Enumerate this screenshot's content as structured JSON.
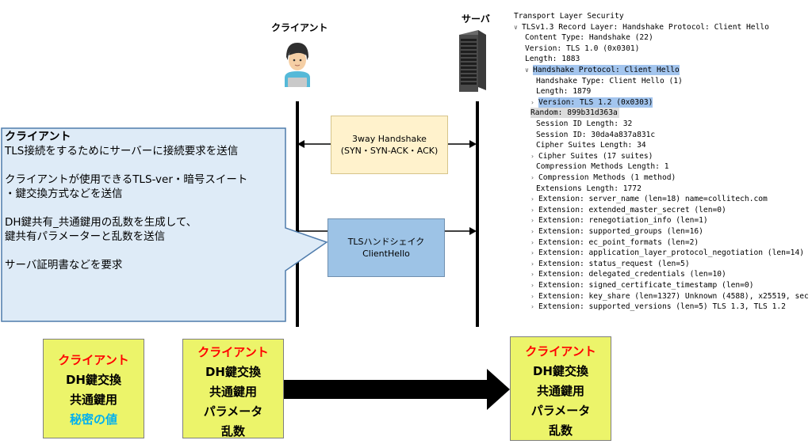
{
  "actors": {
    "client": "クライアント",
    "server": "サーバ"
  },
  "messages": {
    "handshake": {
      "line1": "3way Handshake",
      "line2": "(SYN・SYN-ACK・ACK)"
    },
    "client_hello": {
      "line1": "TLSハンドシェイク",
      "line2": "ClientHello"
    }
  },
  "callout": {
    "title": "クライアント",
    "lines": [
      "TLS接続をするためにサーバーに接続要求を送信",
      "",
      "クライアントが使用できるTLS-ver・暗号スイート",
      "・鍵交換方式などを送信",
      "",
      "DH鍵共有_共通鍵用の乱数を生成して、",
      "鍵共有パラメーターと乱数を送信",
      "",
      "サーバ証明書などを要求"
    ]
  },
  "keyboxes": [
    {
      "title": "クライアント",
      "lines": [
        "DH鍵交換",
        "共通鍵用"
      ],
      "highlight": "秘密の値"
    },
    {
      "title": "クライアント",
      "lines": [
        "DH鍵交換",
        "共通鍵用",
        "パラメータ",
        "乱数"
      ]
    },
    {
      "title": "クライアント",
      "lines": [
        "DH鍵交換",
        "共通鍵用",
        "パラメータ",
        "乱数"
      ]
    }
  ],
  "wireshark": {
    "lines": [
      {
        "text": "Transport Layer Security",
        "indent": 0,
        "toggle": "",
        "style": ""
      },
      {
        "text": "TLSv1.3 Record Layer: Handshake Protocol: Client Hello",
        "indent": 0,
        "toggle": "v",
        "style": ""
      },
      {
        "text": "Content Type: Handshake (22)",
        "indent": 2,
        "toggle": "",
        "style": ""
      },
      {
        "text": "Version: TLS 1.0 (0x0301)",
        "indent": 2,
        "toggle": "",
        "style": ""
      },
      {
        "text": "Length: 1883",
        "indent": 2,
        "toggle": "",
        "style": ""
      },
      {
        "text": "Handshake Protocol: Client Hello",
        "indent": 2,
        "toggle": "v",
        "style": "hl"
      },
      {
        "text": "Handshake Type: Client Hello (1)",
        "indent": 4,
        "toggle": "",
        "style": ""
      },
      {
        "text": "Length: 1879",
        "indent": 4,
        "toggle": "",
        "style": ""
      },
      {
        "text": "Version: TLS 1.2 (0x0303)",
        "indent": 3,
        "toggle": ">",
        "style": "hl"
      },
      {
        "text": "Random: 899b31d363a",
        "indent": 3,
        "toggle": "",
        "style": "gray"
      },
      {
        "text": "Session ID Length: 32",
        "indent": 4,
        "toggle": "",
        "style": ""
      },
      {
        "text": "Session ID: 30da4a837a831c",
        "indent": 4,
        "toggle": "",
        "style": ""
      },
      {
        "text": "Cipher Suites Length: 34",
        "indent": 4,
        "toggle": "",
        "style": ""
      },
      {
        "text": "Cipher Suites (17 suites)",
        "indent": 3,
        "toggle": ">",
        "style": ""
      },
      {
        "text": "Compression Methods Length: 1",
        "indent": 4,
        "toggle": "",
        "style": ""
      },
      {
        "text": "Compression Methods (1 method)",
        "indent": 3,
        "toggle": ">",
        "style": ""
      },
      {
        "text": "Extensions Length: 1772",
        "indent": 4,
        "toggle": "",
        "style": ""
      },
      {
        "text": "Extension: server_name (len=18) name=collitech.com",
        "indent": 3,
        "toggle": ">",
        "style": ""
      },
      {
        "text": "Extension: extended_master_secret (len=0)",
        "indent": 3,
        "toggle": ">",
        "style": ""
      },
      {
        "text": "Extension: renegotiation_info (len=1)",
        "indent": 3,
        "toggle": ">",
        "style": ""
      },
      {
        "text": "Extension: supported_groups (len=16)",
        "indent": 3,
        "toggle": ">",
        "style": ""
      },
      {
        "text": "Extension: ec_point_formats (len=2)",
        "indent": 3,
        "toggle": ">",
        "style": ""
      },
      {
        "text": "Extension: application_layer_protocol_negotiation (len=14)",
        "indent": 3,
        "toggle": ">",
        "style": ""
      },
      {
        "text": "Extension: status_request (len=5)",
        "indent": 3,
        "toggle": ">",
        "style": ""
      },
      {
        "text": "Extension: delegated_credentials (len=10)",
        "indent": 3,
        "toggle": ">",
        "style": ""
      },
      {
        "text": "Extension: signed_certificate_timestamp (len=0)",
        "indent": 3,
        "toggle": ">",
        "style": ""
      },
      {
        "text": "Extension: key_share (len=1327) Unknown (4588), x25519, sec",
        "indent": 3,
        "toggle": ">",
        "style": ""
      },
      {
        "text": "Extension: supported_versions (len=5) TLS 1.3, TLS 1.2",
        "indent": 3,
        "toggle": ">",
        "style": ""
      }
    ]
  },
  "colors": {
    "callout_fill": "#deebf7",
    "callout_border": "#4f7cac",
    "key_fill": "#ecf46a",
    "highlight_red": "#ff0000",
    "highlight_cyan": "#00b0f0",
    "ws_highlight": "#a3c5ee"
  }
}
